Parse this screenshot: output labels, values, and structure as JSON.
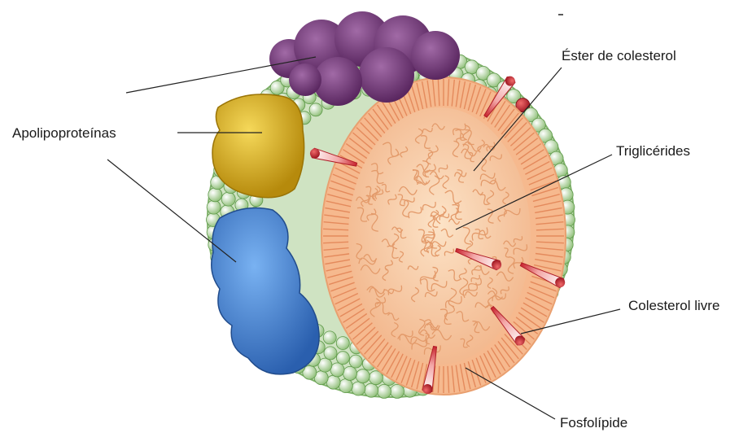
{
  "labels": {
    "apolipoproteins": "Apolipoproteínas",
    "cholesterol_ester": "Éster de colesterol",
    "triglycerides": "Triglicérides",
    "free_cholesterol": "Colesterol livre",
    "phospholipid": "Fosfolípide"
  },
  "colors": {
    "shell_bead": "#d9ead0",
    "shell_bead_dark": "#7fb26a",
    "shell_bead_red": "#c8232e",
    "inner_wall": "#f6b98e",
    "core": "#f9d3ad",
    "core_swirl": "#e59b6e",
    "apo_purple": "#7a3d82",
    "apo_yellow": "#e2b51c",
    "apo_blue": "#3f7fd0",
    "cholesterol_spike": "#d94a55"
  }
}
